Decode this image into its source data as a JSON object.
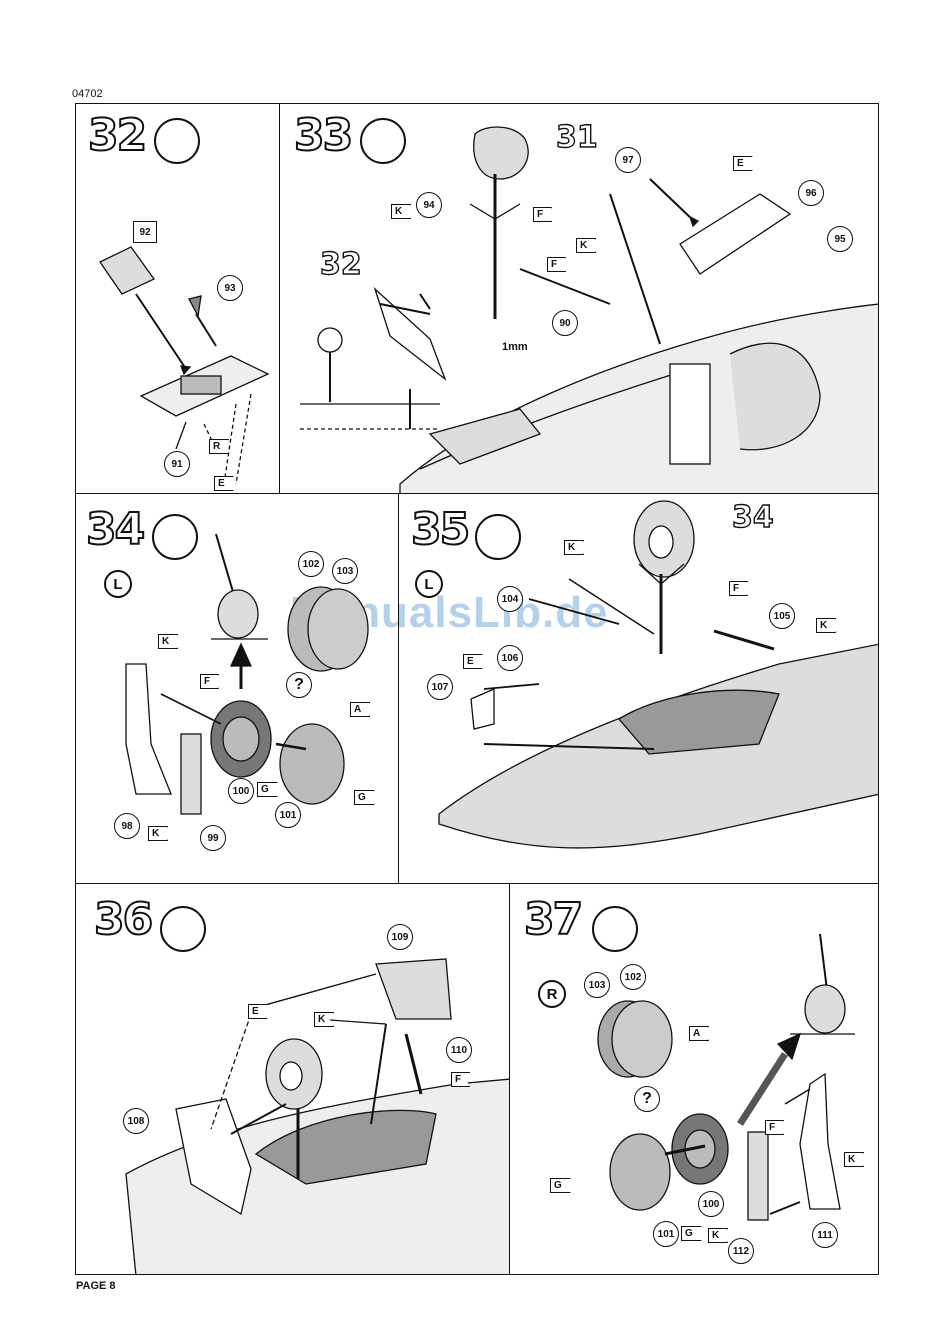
{
  "doc_code": "04702",
  "page_label": "PAGE 8",
  "watermark": "ManualsLib.de",
  "steps": [
    {
      "number": "32",
      "parts": [
        "91",
        "92",
        "93"
      ],
      "flags": [
        "R",
        "E"
      ]
    },
    {
      "number": "33",
      "ref_top": "31",
      "ref_left": "32",
      "parts": [
        "94",
        "95",
        "96",
        "97",
        "90"
      ],
      "flags": [
        "K",
        "F",
        "F",
        "K",
        "E"
      ],
      "note": "1mm"
    },
    {
      "number": "34",
      "side": "L",
      "parts": [
        "102",
        "103",
        "98",
        "99",
        "100",
        "101"
      ],
      "flags": [
        "K",
        "F",
        "A",
        "G",
        "G",
        "K"
      ],
      "question": "?"
    },
    {
      "number": "35",
      "ref_top": "34",
      "side": "L",
      "parts": [
        "104",
        "105",
        "106",
        "107"
      ],
      "flags": [
        "K",
        "F",
        "K",
        "E"
      ]
    },
    {
      "number": "36",
      "parts": [
        "108",
        "109",
        "110"
      ],
      "flags": [
        "E",
        "K",
        "F"
      ]
    },
    {
      "number": "37",
      "side": "R",
      "parts": [
        "103",
        "102",
        "101",
        "100",
        "112",
        "111"
      ],
      "flags": [
        "A",
        "G",
        "G",
        "K",
        "F",
        "K"
      ],
      "question": "?"
    }
  ]
}
